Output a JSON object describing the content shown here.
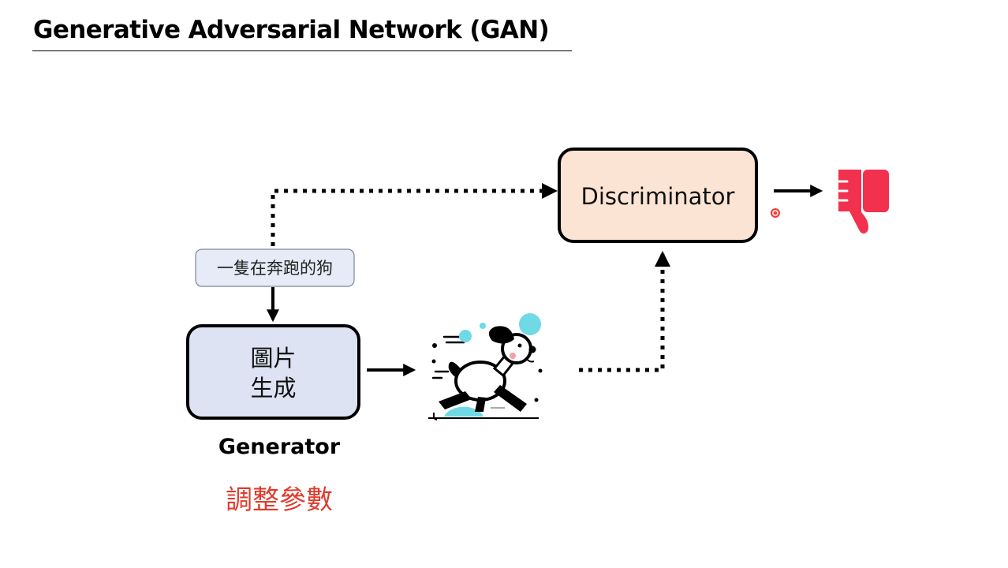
{
  "slide": {
    "title": "Generative Adversarial Network (GAN)"
  },
  "nodes": {
    "prompt": "一隻在奔跑的狗",
    "generator_line1": "圖片",
    "generator_line2": "生成",
    "discriminator": "Discriminator"
  },
  "captions": {
    "generator": "Generator",
    "adjust_params": "調整參數"
  },
  "icons": {
    "generated_image": "running-dog-illustration",
    "verdict": "thumbs-down-icon",
    "pointer": "laser-pointer-dot"
  },
  "colors": {
    "generator_fill": "#dde3f3",
    "discriminator_fill": "#fbe4d3",
    "prompt_fill": "#e6ebf7",
    "adjust_text": "#e03b2c",
    "thumb": "#f2314f",
    "dog_accent": "#6fd9e6",
    "laser": "#ef3b33"
  }
}
